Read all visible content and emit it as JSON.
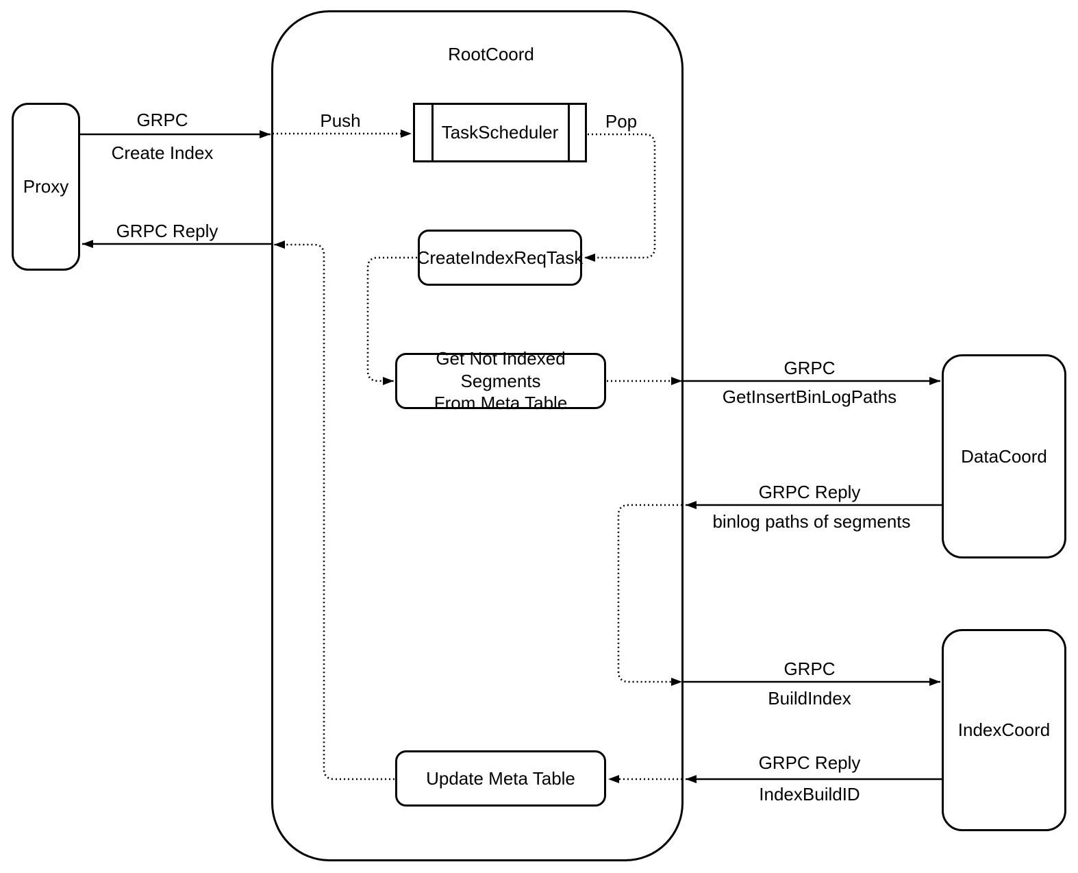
{
  "colors": {
    "stroke": "#000000",
    "background": "#ffffff"
  },
  "container": {
    "title": "RootCoord"
  },
  "nodes": {
    "proxy": {
      "label": "Proxy"
    },
    "task_scheduler": {
      "label": "TaskScheduler"
    },
    "create_index_req_task": {
      "label": "CreateIndexReqTask"
    },
    "get_not_indexed_segments": {
      "label_line1": "Get Not Indexed Segments",
      "label_line2": "From Meta Table"
    },
    "update_meta_table": {
      "label": "Update Meta Table"
    },
    "data_coord": {
      "label": "DataCoord"
    },
    "index_coord": {
      "label": "IndexCoord"
    }
  },
  "edges": {
    "create_index": {
      "protocol": "GRPC",
      "message": "Create Index"
    },
    "push": {
      "label": "Push"
    },
    "pop": {
      "label": "Pop"
    },
    "get_insert_binlog_paths": {
      "protocol": "GRPC",
      "message": "GetInsertBinLogPaths"
    },
    "binlog_paths_reply": {
      "protocol": "GRPC Reply",
      "message": "binlog paths of segments"
    },
    "build_index": {
      "protocol": "GRPC",
      "message": "BuildIndex"
    },
    "index_build_id_reply": {
      "protocol": "GRPC Reply",
      "message": "IndexBuildID"
    },
    "grpc_reply_to_proxy": {
      "label": "GRPC Reply"
    }
  }
}
